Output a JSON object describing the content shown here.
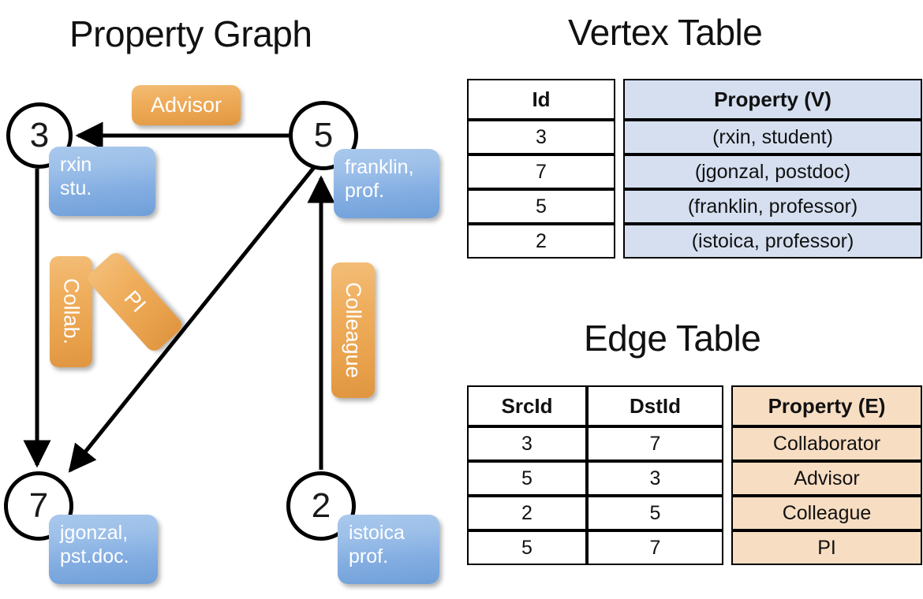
{
  "headings": {
    "property_graph": "Property Graph",
    "vertex_table": "Vertex Table",
    "edge_table": "Edge Table"
  },
  "colors": {
    "vertex_cell": "#d5dff0",
    "edge_cell": "#f7ddc2",
    "node_bubble_blue": "#84aee2",
    "edge_chip_orange": "#e9a24d",
    "stroke": "#000000"
  },
  "graph": {
    "nodes": [
      {
        "id": "3",
        "property": [
          "rxin",
          "stu."
        ]
      },
      {
        "id": "5",
        "property": [
          "franklin,",
          "prof."
        ]
      },
      {
        "id": "7",
        "property": [
          "jgonzal,",
          "pst.doc."
        ]
      },
      {
        "id": "2",
        "property": [
          "istoica",
          "prof."
        ]
      }
    ],
    "edge_labels": [
      {
        "name": "advisor-label",
        "text": "Advisor"
      },
      {
        "name": "collab-label",
        "text": "Collab."
      },
      {
        "name": "pi-label",
        "text": "PI"
      },
      {
        "name": "colleague-label",
        "text": "Colleague"
      }
    ],
    "edges": [
      {
        "src": "5",
        "dst": "3",
        "label": "Advisor"
      },
      {
        "src": "3",
        "dst": "7",
        "label": "Collab."
      },
      {
        "src": "5",
        "dst": "7",
        "label": "PI"
      },
      {
        "src": "2",
        "dst": "5",
        "label": "Colleague"
      }
    ]
  },
  "vertex_table": {
    "columns": [
      "Id",
      "Property (V)"
    ],
    "rows": [
      {
        "id": "3",
        "property": "(rxin, student)"
      },
      {
        "id": "7",
        "property": "(jgonzal, postdoc)"
      },
      {
        "id": "5",
        "property": "(franklin, professor)"
      },
      {
        "id": "2",
        "property": "(istoica, professor)"
      }
    ]
  },
  "edge_table": {
    "columns": [
      "SrcId",
      "DstId",
      "Property (E)"
    ],
    "rows": [
      {
        "src": "3",
        "dst": "7",
        "property": "Collaborator"
      },
      {
        "src": "5",
        "dst": "3",
        "property": "Advisor"
      },
      {
        "src": "2",
        "dst": "5",
        "property": "Colleague"
      },
      {
        "src": "5",
        "dst": "7",
        "property": "PI"
      }
    ]
  }
}
